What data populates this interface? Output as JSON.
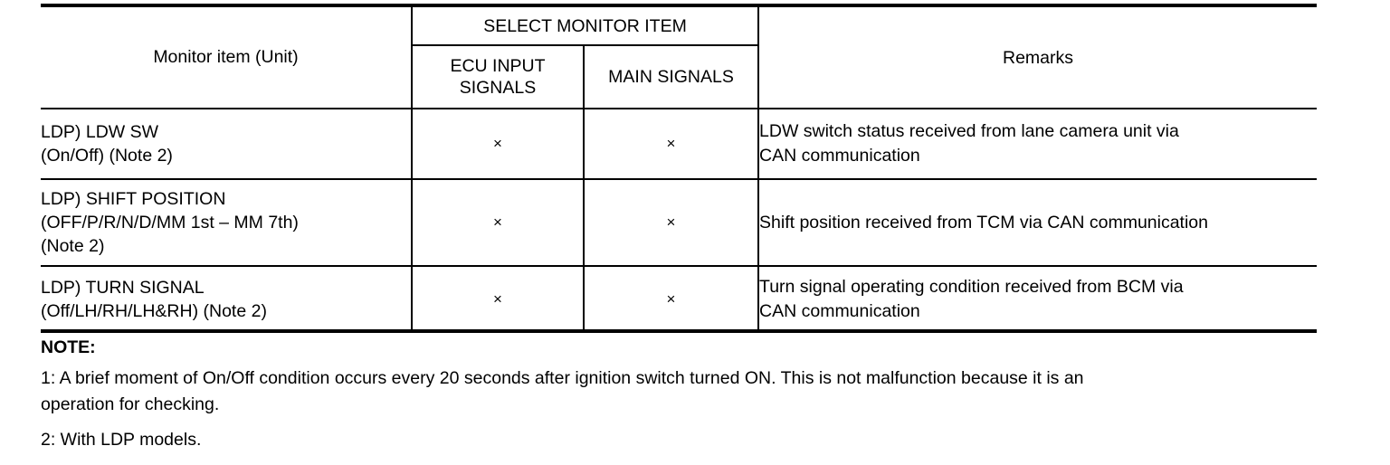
{
  "table": {
    "headers": {
      "monitor_item": "Monitor item (Unit)",
      "select_monitor_item": "SELECT MONITOR ITEM",
      "ecu_input_signals_line1": "ECU INPUT",
      "ecu_input_signals_line2": "SIGNALS",
      "main_signals": "MAIN SIGNALS",
      "remarks": "Remarks"
    },
    "rows": [
      {
        "item_line1": "LDP) LDW SW",
        "item_line2": "(On/Off) (Note 2)",
        "item_line3": "",
        "ecu_input": "×",
        "main_signals": "×",
        "remarks_line1": "LDW switch status received from lane camera unit via",
        "remarks_line2": "CAN communication"
      },
      {
        "item_line1": "LDP) SHIFT POSITION",
        "item_line2": "(OFF/P/R/N/D/MM 1st – MM 7th)",
        "item_line3": "(Note 2)",
        "ecu_input": "×",
        "main_signals": "×",
        "remarks_line1": "Shift position received from TCM via CAN communication",
        "remarks_line2": ""
      },
      {
        "item_line1": "LDP) TURN SIGNAL",
        "item_line2": "(Off/LH/RH/LH&RH) (Note 2)",
        "item_line3": "",
        "ecu_input": "×",
        "main_signals": "×",
        "remarks_line1": "Turn signal operating condition received from BCM via",
        "remarks_line2": "CAN communication"
      }
    ]
  },
  "note": {
    "title": "NOTE:",
    "item1_line1": "1: A brief moment of On/Off condition occurs every 20 seconds after ignition switch turned ON. This is not malfunction because it is an",
    "item1_line2": "operation for checking.",
    "item2": "2: With LDP models."
  }
}
